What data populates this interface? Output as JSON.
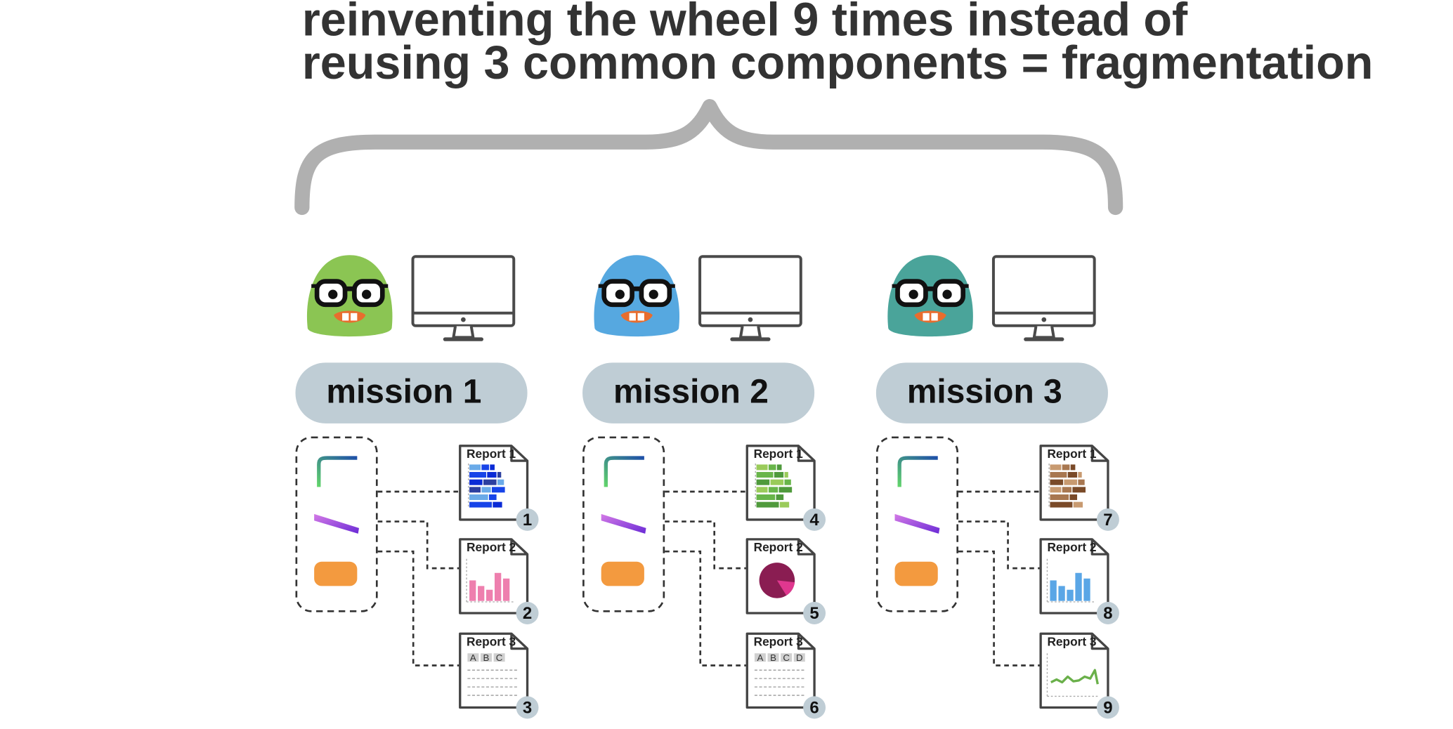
{
  "title": {
    "line1": "reinventing the wheel 9 times instead of",
    "line2": "reusing 3 common components = fragmentation"
  },
  "colors": {
    "brace": "#b0b0b0",
    "pill": "#bfcdd5",
    "badge": "#bfcdd5",
    "connector": "#333333",
    "monitor": "#4a4a4a"
  },
  "component_icons": [
    "gradient-corner-line-icon",
    "diagonal-purple-line-icon",
    "orange-rounded-rect-icon"
  ],
  "missions": [
    {
      "label": "mission 1",
      "avatar": {
        "icon": "nerd-blob-icon",
        "color": "#8bc553"
      },
      "reports": [
        {
          "title": "Report 1",
          "number": "1",
          "kind": "hbar",
          "colors": [
            "#6aaae8",
            "#1744e8",
            "#0a2bd6",
            "#2c3fa0"
          ]
        },
        {
          "title": "Report 2",
          "number": "2",
          "kind": "vbar",
          "colors": [
            "#ee7fae"
          ]
        },
        {
          "title": "Report 3",
          "number": "3",
          "kind": "table",
          "columns": [
            "A",
            "B",
            "C"
          ]
        }
      ]
    },
    {
      "label": "mission 2",
      "avatar": {
        "icon": "nerd-blob-icon",
        "color": "#56a8e0"
      },
      "reports": [
        {
          "title": "Report 1",
          "number": "4",
          "kind": "hbar",
          "colors": [
            "#9acb5a",
            "#68b54a",
            "#4f9a3c"
          ]
        },
        {
          "title": "Report 2",
          "number": "5",
          "kind": "pie",
          "colors": [
            "#8a1d52",
            "#e0378f"
          ]
        },
        {
          "title": "Report 3",
          "number": "6",
          "kind": "table",
          "columns": [
            "A",
            "B",
            "C",
            "D"
          ]
        }
      ]
    },
    {
      "label": "mission 3",
      "avatar": {
        "icon": "nerd-blob-icon",
        "color": "#4aa49a"
      },
      "reports": [
        {
          "title": "Report 1",
          "number": "7",
          "kind": "hbar",
          "colors": [
            "#c89a70",
            "#a87750",
            "#7a4a28"
          ]
        },
        {
          "title": "Report 2",
          "number": "8",
          "kind": "vbar",
          "colors": [
            "#5aa6e6"
          ]
        },
        {
          "title": "Report 3",
          "number": "9",
          "kind": "line",
          "colors": [
            "#6ab04a"
          ]
        }
      ]
    }
  ]
}
